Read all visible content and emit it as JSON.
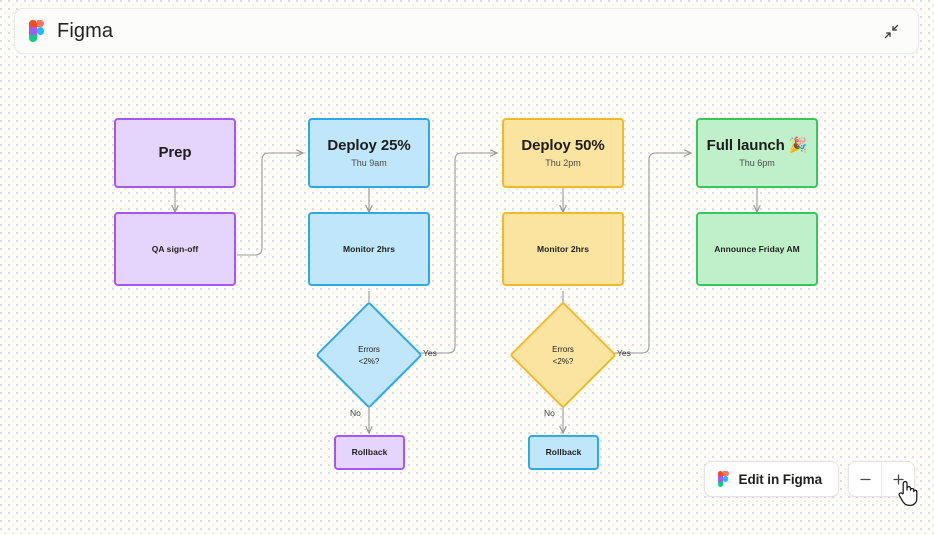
{
  "header": {
    "title": "Figma",
    "logo_icon": "figma-logo-icon",
    "collapse_icon": "collapse-diagonal-arrows-icon"
  },
  "toolbar": {
    "edit_label": "Edit in Figma",
    "edit_logo_icon": "figma-logo-icon",
    "zoom_out_icon": "minus-icon",
    "zoom_in_icon": "plus-icon",
    "cursor_icon": "pointing-hand-cursor"
  },
  "diagram": {
    "nodes": [
      {
        "id": "prep",
        "title": "Prep",
        "subtitle": "",
        "color": "purple",
        "shape": "rect",
        "size": "large"
      },
      {
        "id": "qa",
        "title": "QA sign-off",
        "subtitle": "",
        "color": "purple",
        "shape": "rect",
        "size": "small"
      },
      {
        "id": "deploy25",
        "title": "Deploy 25%",
        "subtitle": "Thu 9am",
        "color": "blue",
        "shape": "rect",
        "size": "large"
      },
      {
        "id": "monitor1",
        "title": "Monitor 2hrs",
        "subtitle": "",
        "color": "blue",
        "shape": "rect",
        "size": "small"
      },
      {
        "id": "errors1",
        "title": "Errors",
        "subtitle": "<2%?",
        "color": "blue",
        "shape": "diamond",
        "size": "small"
      },
      {
        "id": "rollback1",
        "title": "Rollback",
        "subtitle": "",
        "color": "purple",
        "shape": "rect",
        "size": "small"
      },
      {
        "id": "deploy50",
        "title": "Deploy 50%",
        "subtitle": "Thu 2pm",
        "color": "yellow",
        "shape": "rect",
        "size": "large"
      },
      {
        "id": "monitor2",
        "title": "Monitor 2hrs",
        "subtitle": "",
        "color": "yellow",
        "shape": "rect",
        "size": "small"
      },
      {
        "id": "errors2",
        "title": "Errors",
        "subtitle": "<2%?",
        "color": "yellow",
        "shape": "diamond",
        "size": "small"
      },
      {
        "id": "rollback2",
        "title": "Rollback",
        "subtitle": "",
        "color": "blue",
        "shape": "rect",
        "size": "small"
      },
      {
        "id": "launch",
        "title": "Full launch 🎉",
        "subtitle": "Thu 6pm",
        "color": "green",
        "shape": "rect",
        "size": "large"
      },
      {
        "id": "announce",
        "title": "Announce Friday AM",
        "subtitle": "",
        "color": "green",
        "shape": "rect",
        "size": "small"
      }
    ],
    "edge_labels": {
      "yes1": "Yes",
      "no1": "No",
      "yes2": "Yes",
      "no2": "No"
    },
    "colors": {
      "purple_fill": "#e5d4fb",
      "purple_stroke": "#a855f7",
      "blue_fill": "#bfe6fa",
      "blue_stroke": "#2fa8e8",
      "yellow_fill": "#fbe3a0",
      "yellow_stroke": "#f2b928",
      "green_fill": "#bff0c9",
      "green_stroke": "#34c759",
      "edge_stroke": "#9a9a98"
    }
  }
}
